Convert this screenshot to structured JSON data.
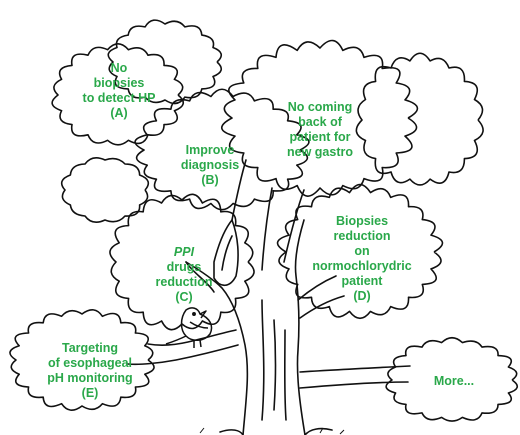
{
  "colors": {
    "label": "#2aa84a",
    "ink": "#111111"
  },
  "labels": {
    "a": {
      "lines": [
        "No",
        "biopsies",
        "to detect HP",
        "(A)"
      ]
    },
    "b": {
      "lines": [
        "Improve",
        "diagnosis",
        "(B)"
      ]
    },
    "nocoming": {
      "lines": [
        "No coming",
        "back of",
        "patient for",
        "new gastro"
      ]
    },
    "c": {
      "line1": "PPI",
      "lines": [
        "drugs",
        "reduction",
        "(C)"
      ]
    },
    "d": {
      "lines": [
        "Biopsies",
        "reduction",
        "on",
        "normochlorydric",
        "patient",
        "(D)"
      ]
    },
    "e": {
      "lines": [
        "Targeting",
        "of  esophageal",
        "pH monitoring",
        "(E)"
      ]
    },
    "more": {
      "text": "More..."
    }
  }
}
